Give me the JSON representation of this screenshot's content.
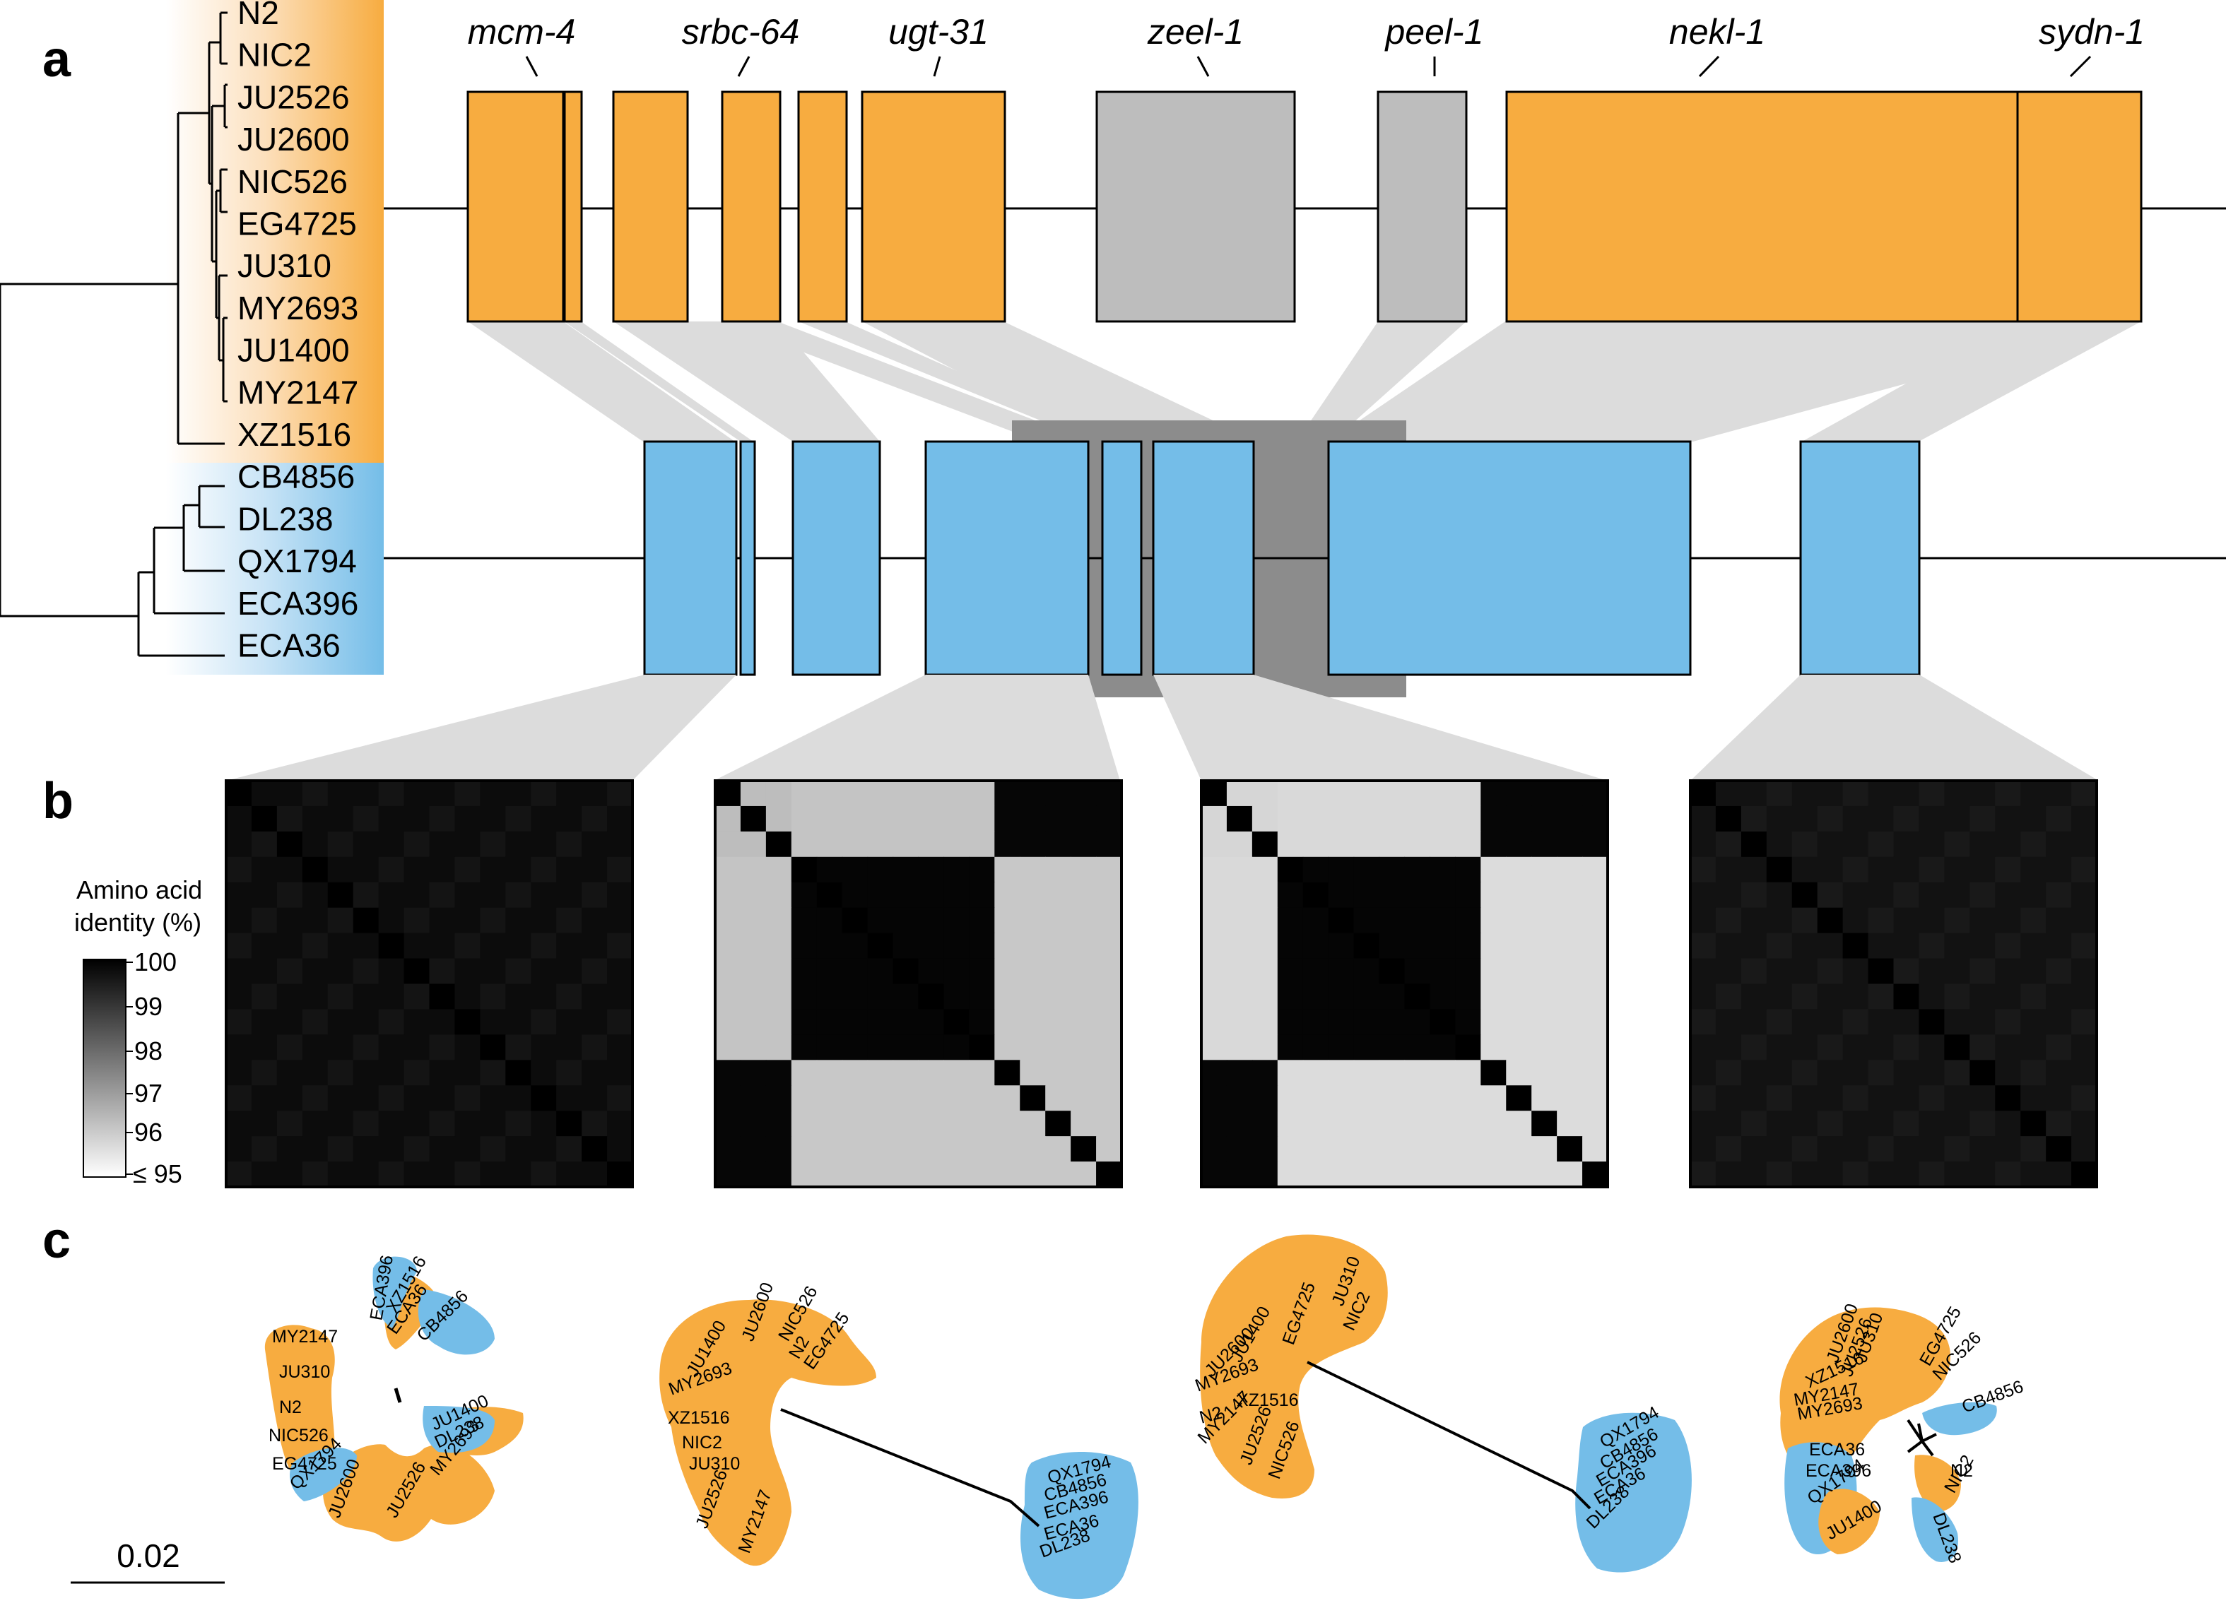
{
  "panels": {
    "a": "a",
    "b": "b",
    "c": "c"
  },
  "strains": [
    "N2",
    "NIC2",
    "JU2526",
    "JU2600",
    "NIC526",
    "EG4725",
    "JU310",
    "MY2693",
    "JU1400",
    "MY2147",
    "XZ1516",
    "CB4856",
    "DL238",
    "QX1794",
    "ECA396",
    "ECA36"
  ],
  "groups": {
    "orange_strains": 11,
    "blue_strains": 5
  },
  "gene_labels": [
    "mcm-4",
    "srbc-64",
    "ugt-31",
    "zeel-1",
    "peel-1",
    "nekl-1",
    "sydn-1"
  ],
  "colorbar": {
    "title_line1": "Amino acid",
    "title_line2": "identity (%)",
    "ticks": [
      "100",
      "99",
      "98",
      "97",
      "96",
      "≤ 95"
    ]
  },
  "scale_bar": "0.02",
  "colors": {
    "orange": "#F7AC40",
    "blue": "#74BDE8",
    "gray_gene": "#BDBDBD",
    "link": "#DCDCDC",
    "highlight": "#8C8C8C"
  },
  "trees": [
    {
      "orange": [
        "MY2147",
        "JU310",
        "N2",
        "NIC526",
        "EG4725",
        "XZ1516",
        "JU2600",
        "JU2526",
        "MY2693"
      ],
      "blue": [
        "ECA396",
        "ECA36",
        "CB4856",
        "JU1400",
        "DL238",
        "QX1794"
      ]
    },
    {
      "orange": [
        "JU2600",
        "NIC526",
        "N2",
        "EG4725",
        "JU1400",
        "MY2693",
        "XZ1516",
        "NIC2",
        "JU310",
        "JU2526",
        "MY2147"
      ],
      "blue": [
        "QX1794",
        "CB4856",
        "ECA396",
        "ECA36",
        "DL238"
      ]
    },
    {
      "orange": [
        "EG4725",
        "JU310",
        "NIC2",
        "JU1400",
        "JU2600",
        "MY2693",
        "XZ1516",
        "N2",
        "MY2147",
        "JU2526",
        "NIC526"
      ],
      "blue": [
        "QX1794",
        "CB4856",
        "ECA396",
        "ECA36",
        "DL238"
      ]
    },
    {
      "orange": [
        "JU2526",
        "JU310",
        "EG4725",
        "NIC526",
        "JU2600",
        "XZ1516",
        "MY2147",
        "MY2693",
        "N2",
        "NIC2",
        "JU1400"
      ],
      "blue": [
        "CB4856",
        "ECA36",
        "ECA396",
        "QX1794",
        "DL238"
      ]
    }
  ]
}
